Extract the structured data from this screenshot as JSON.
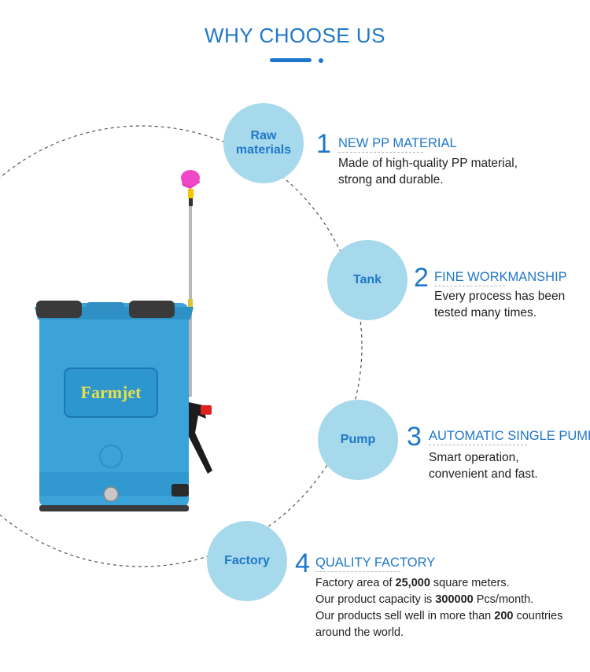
{
  "header": {
    "title": "WHY CHOOSE US"
  },
  "product": {
    "brand": "Farmjet"
  },
  "features": [
    {
      "bubble": "Raw materials",
      "number": "1",
      "heading": "NEW PP MATERIAL",
      "desc_lines": [
        "Made of high-quality PP material,",
        "strong and durable."
      ]
    },
    {
      "bubble": "Tank",
      "number": "2",
      "heading": "FINE WORKMANSHIP",
      "desc_lines": [
        "Every process has been",
        "tested many times."
      ]
    },
    {
      "bubble": "Pump",
      "number": "3",
      "heading": "AUTOMATIC SINGLE PUMP",
      "desc_lines": [
        "Smart operation,",
        "convenient and fast."
      ]
    },
    {
      "bubble": "Factory",
      "number": "4",
      "heading": "QUALITY FACTORY",
      "desc": {
        "l1_pre": "Factory area of ",
        "l1_bold": "25,000",
        "l1_post": " square meters.",
        "l2_pre": "Our product capacity is ",
        "l2_bold": "300000",
        "l2_post": " Pcs/month.",
        "l3_pre": "Our products sell well in more than ",
        "l3_bold": "200",
        "l3_post": " countries",
        "l4": "around the world."
      }
    }
  ],
  "colors": {
    "accent": "#1f77c9",
    "bubble": "#a7d9ec",
    "tank": "#3ba3d8",
    "text": "#222222"
  },
  "icons": [
    "sprayer-image"
  ]
}
